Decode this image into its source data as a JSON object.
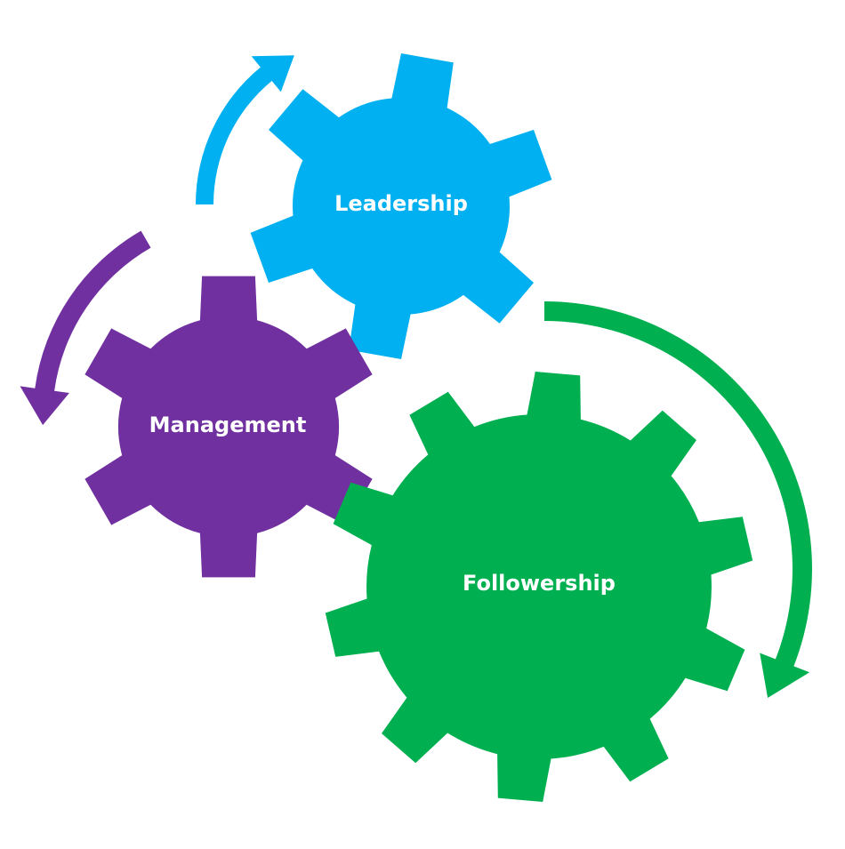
{
  "gears": [
    {
      "id": "leadership",
      "label": "Leadership",
      "color": "#00B0F0",
      "teeth": 6
    },
    {
      "id": "management",
      "label": "Management",
      "color": "#7030A0",
      "teeth": 6
    },
    {
      "id": "followership",
      "label": "Followership",
      "color": "#00B050",
      "teeth": 10
    }
  ],
  "arrows": [
    {
      "id": "leadership-arrow",
      "color": "#00B0F0",
      "direction": "clockwise"
    },
    {
      "id": "management-arrow",
      "color": "#7030A0",
      "direction": "counterclockwise"
    },
    {
      "id": "followership-arrow",
      "color": "#00B050",
      "direction": "clockwise"
    }
  ]
}
